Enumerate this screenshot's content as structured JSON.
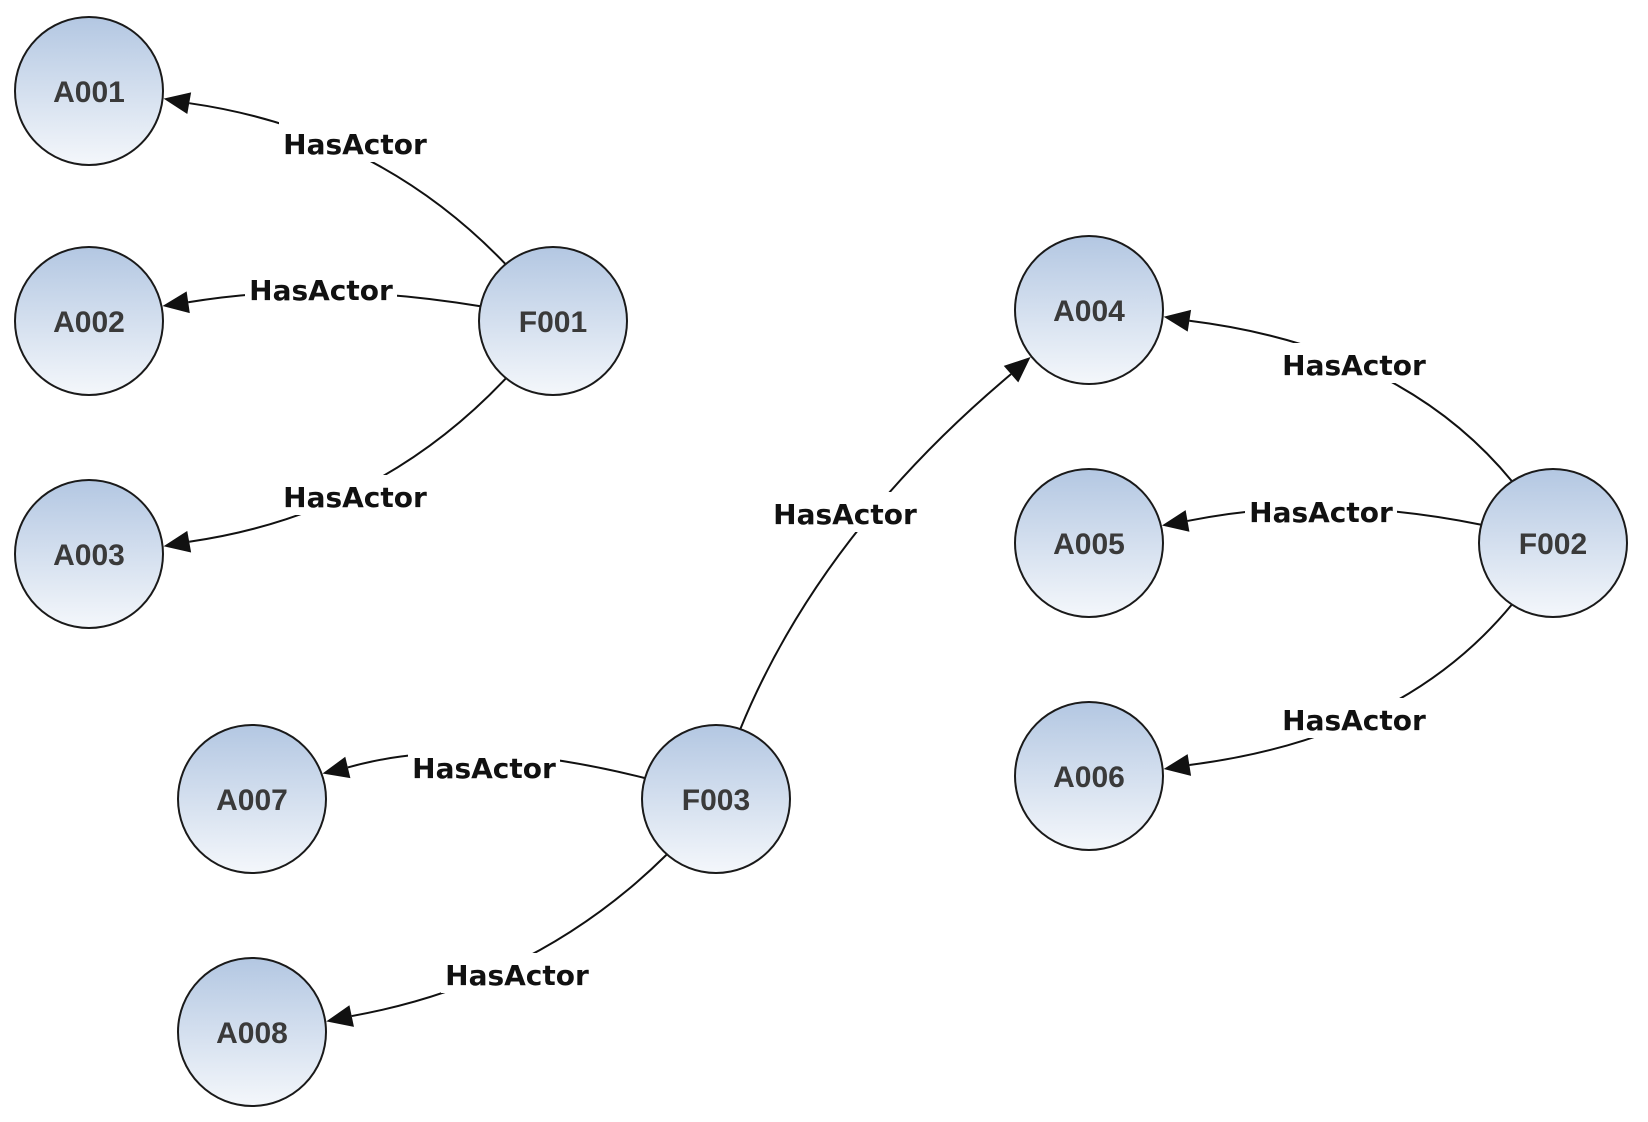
{
  "diagram": {
    "colors": {
      "node_fill_top": "#b3c7e2",
      "node_fill_bottom": "#f4f7fb",
      "node_stroke": "#1a1a1a",
      "node_text": "#3a3a3a",
      "edge": "#111111"
    },
    "nodes": [
      {
        "id": "A001",
        "label": "A001"
      },
      {
        "id": "A002",
        "label": "A002"
      },
      {
        "id": "A003",
        "label": "A003"
      },
      {
        "id": "F001",
        "label": "F001"
      },
      {
        "id": "A004",
        "label": "A004"
      },
      {
        "id": "A005",
        "label": "A005"
      },
      {
        "id": "A006",
        "label": "A006"
      },
      {
        "id": "F002",
        "label": "F002"
      },
      {
        "id": "A007",
        "label": "A007"
      },
      {
        "id": "A008",
        "label": "A008"
      },
      {
        "id": "F003",
        "label": "F003"
      }
    ],
    "edges": [
      {
        "id": "e1",
        "from": "F001",
        "to": "A001",
        "label": "HasActor"
      },
      {
        "id": "e2",
        "from": "F001",
        "to": "A002",
        "label": "HasActor"
      },
      {
        "id": "e3",
        "from": "F001",
        "to": "A003",
        "label": "HasActor"
      },
      {
        "id": "e4",
        "from": "F002",
        "to": "A004",
        "label": "HasActor"
      },
      {
        "id": "e5",
        "from": "F002",
        "to": "A005",
        "label": "HasActor"
      },
      {
        "id": "e6",
        "from": "F002",
        "to": "A006",
        "label": "HasActor"
      },
      {
        "id": "e7",
        "from": "F003",
        "to": "A004",
        "label": "HasActor"
      },
      {
        "id": "e8",
        "from": "F003",
        "to": "A007",
        "label": "HasActor"
      },
      {
        "id": "e9",
        "from": "F003",
        "to": "A008",
        "label": "HasActor"
      }
    ]
  }
}
